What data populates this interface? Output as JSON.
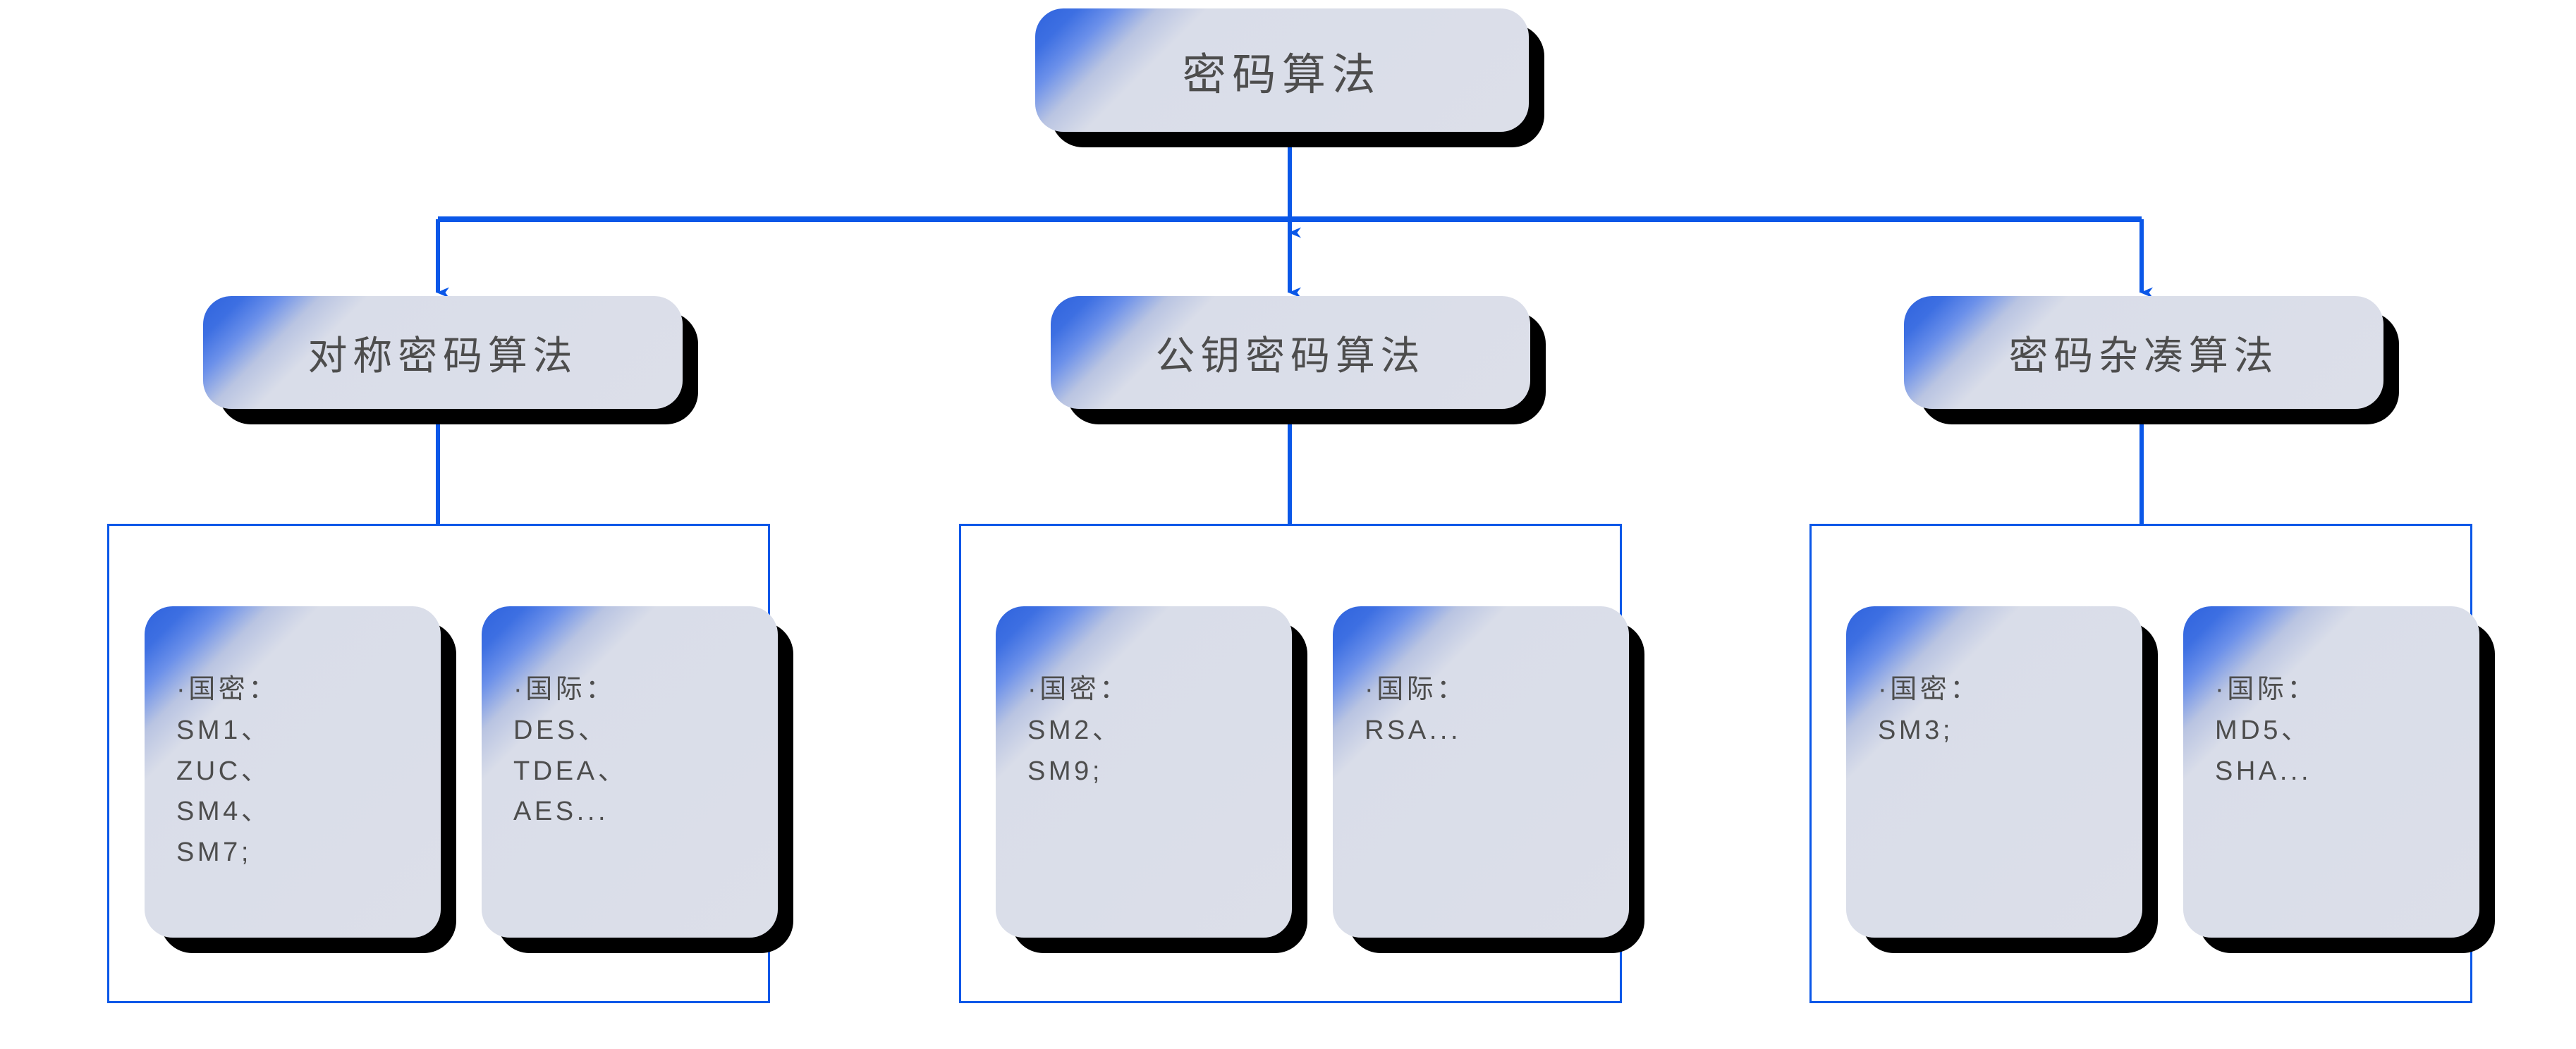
{
  "diagram": {
    "title": "密码算法",
    "accent_color": "#0a57e8",
    "node_gradient_start": "#2f63dd",
    "node_gradient_end": "#dcdfe9",
    "text_color": "#4d4d4d",
    "shadow_color": "#000000"
  },
  "root": {
    "label": "密码算法"
  },
  "branches": [
    {
      "label": "对称密码算法",
      "leaves": [
        {
          "label": "·国密：\nSM1、\nZUC、\nSM4、\nSM7;"
        },
        {
          "label": "·国际：\nDES、\nTDEA、\nAES..."
        }
      ]
    },
    {
      "label": "公钥密码算法",
      "leaves": [
        {
          "label": "·国密：\nSM2、\nSM9;"
        },
        {
          "label": "·国际：\nRSA..."
        }
      ]
    },
    {
      "label": "密码杂凑算法",
      "leaves": [
        {
          "label": "·国密：\nSM3;"
        },
        {
          "label": "·国际：\nMD5、\nSHA..."
        }
      ]
    }
  ]
}
